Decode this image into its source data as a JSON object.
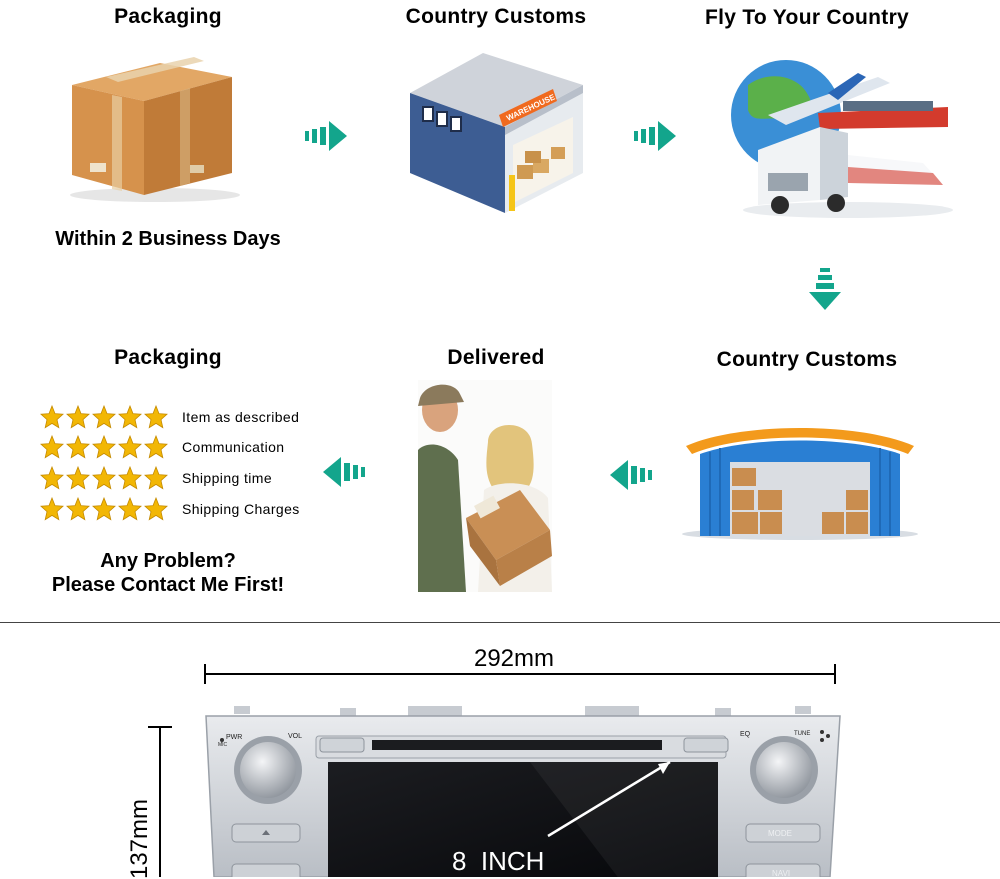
{
  "steps": {
    "top": [
      {
        "title": "Packaging",
        "image": "cardboard-box-image",
        "caption": "Within 2 Business Days"
      },
      {
        "title": "Country Customs",
        "image": "warehouse-image",
        "sign": "WAREHOUSE"
      },
      {
        "title": "Fly To Your Country",
        "image": "global-transport-image"
      }
    ],
    "bottom": [
      {
        "title": "Country Customs",
        "image": "blue-warehouse-image"
      },
      {
        "title": "Delivered",
        "image": "courier-delivery-photo"
      },
      {
        "title": "Packaging",
        "image": "star-rating-block"
      }
    ]
  },
  "ratings": {
    "stars_per_row": 5,
    "star_color": "#f2b705",
    "rows": [
      {
        "label": "Item as described",
        "stars": 5
      },
      {
        "label": "Communication",
        "stars": 5
      },
      {
        "label": "Shipping time",
        "stars": 5
      },
      {
        "label": "Shipping Charges",
        "stars": 5
      }
    ],
    "contact_line1": "Any Problem?",
    "contact_line2": "Please Contact Me First!"
  },
  "arrows": {
    "color": "#13a58c",
    "icon": "teal-flow-arrow-icon"
  },
  "product": {
    "width_label": "292mm",
    "height_label": "137mm",
    "screen_label": "8  INCH",
    "panel_labels": {
      "pwr": "PWR",
      "mic": "MIC",
      "vol": "VOL",
      "eq": "EQ",
      "tune": "TUNE",
      "mode": "MODE",
      "navi": "NAVI"
    }
  }
}
